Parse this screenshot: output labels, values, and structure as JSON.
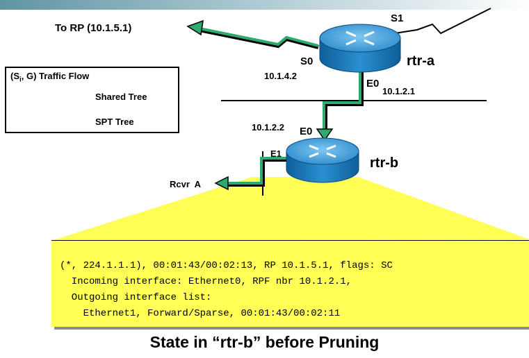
{
  "diagram": {
    "to_rp_label": "To RP (10.1.5.1)",
    "rtr_a": {
      "name": "rtr-a",
      "s0_label": "S0",
      "s1_label": "S1",
      "e0_label": "E0",
      "s0_ip": "10.1.4.2",
      "e0_ip": "10.1.2.1"
    },
    "rtr_b": {
      "name": "rtr-b",
      "e0_label": "E0",
      "e1_label": "E1",
      "e0_ip": "10.1.2.2"
    },
    "receiver_label": "Rcvr  A",
    "legend": {
      "title_prefix": "(S",
      "title_sub": "i",
      "title_suffix": ", G) Traffic Flow",
      "shared_tree": "Shared Tree",
      "spt_tree": "SPT Tree"
    },
    "colors": {
      "shared_tree": "#2eaa6f",
      "spt_tree": "#e8501d",
      "router_body": "#2a8fd0",
      "output_box": "#ffff55"
    }
  },
  "router_output": {
    "line1": "(*, 224.1.1.1), 00:01:43/00:02:13, RP 10.1.5.1, flags: SC",
    "line2": "  Incoming interface: Ethernet0, RPF nbr 10.1.2.1,",
    "line3": "  Outgoing interface list:",
    "line4": "    Ethernet1, Forward/Sparse, 00:01:43/00:02:11"
  },
  "caption": "State in “rtr-b” before Pruning"
}
